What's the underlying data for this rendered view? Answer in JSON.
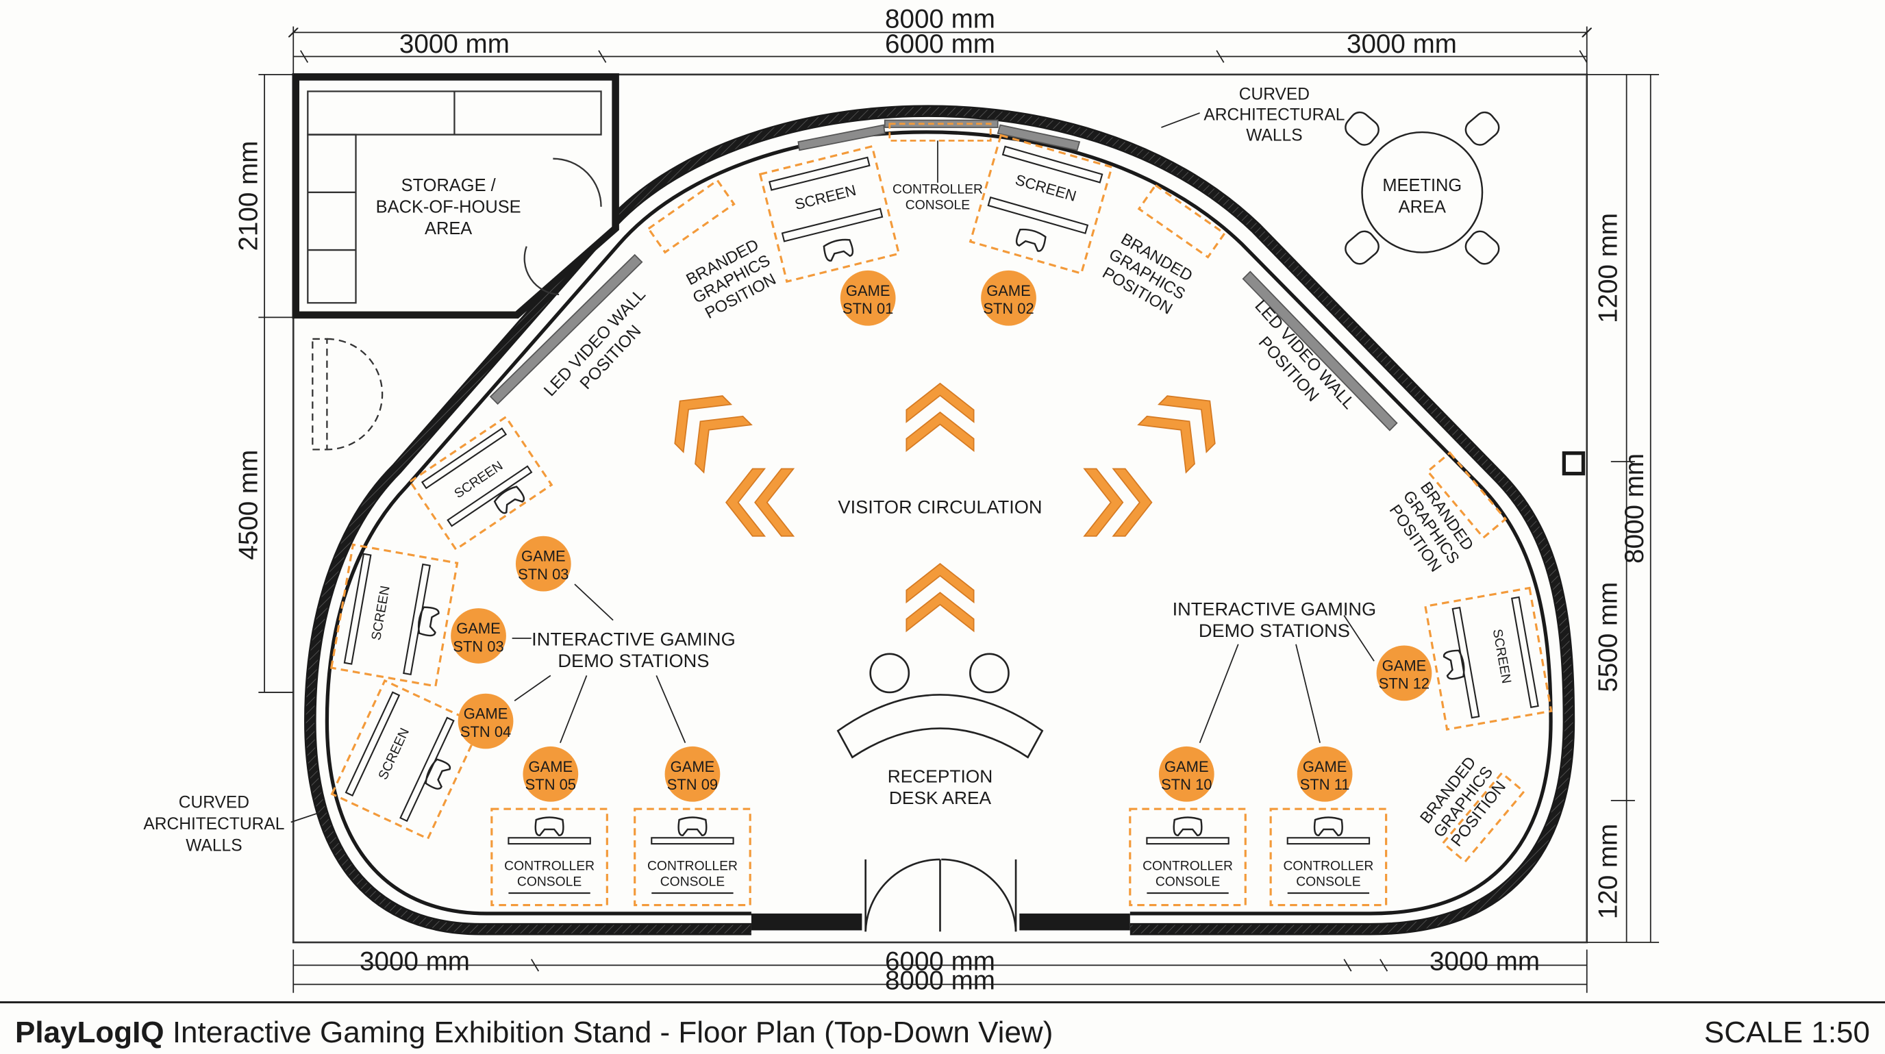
{
  "dimensions": {
    "top_total": "8000 mm",
    "top_left": "3000 mm",
    "top_center": "6000 mm",
    "top_right": "3000 mm",
    "bottom_left": "3000 mm",
    "bottom_center": "6000 mm",
    "bottom_right": "3000 mm",
    "bottom_total": "8000 mm",
    "left_top": "2100 mm",
    "left_mid": "4500 mm",
    "right_top": "1200 mm",
    "right_mid": "5500 mm",
    "right_bottom": "120 mm",
    "right_total": "8000 mm"
  },
  "areas": {
    "storage": [
      "STORAGE /",
      "BACK-OF-HOUSE",
      "AREA"
    ],
    "meeting": [
      "MEETING",
      "AREA"
    ],
    "reception": [
      "RECEPTION",
      "DESK AREA"
    ],
    "circulation": "VISITOR CIRCULATION"
  },
  "walls": {
    "curved_top": [
      "CURVED",
      "ARCHITECTURAL",
      "WALLS"
    ],
    "curved_left": [
      "CURVED",
      "ARCHITECTURAL",
      "WALLS"
    ]
  },
  "led_wall": [
    "LED VIDEO WALL",
    "POSITION"
  ],
  "branded": [
    "BRANDED",
    "GRAPHICS",
    "POSITION"
  ],
  "demo_label": [
    "INTERACTIVE GAMING",
    "DEMO STATIONS"
  ],
  "screen_label": "SCREEN",
  "console_label": [
    "CONTROLLER",
    "CONSOLE"
  ],
  "stations": [
    {
      "line1": "GAME",
      "line2": "STN 01"
    },
    {
      "line1": "GAME",
      "line2": "STN 02"
    },
    {
      "line1": "GAME",
      "line2": "STN 03"
    },
    {
      "line1": "GAME",
      "line2": "STN 03"
    },
    {
      "line1": "GAME",
      "line2": "STN 04"
    },
    {
      "line1": "GAME",
      "line2": "STN 05"
    },
    {
      "line1": "GAME",
      "line2": "STN 09"
    },
    {
      "line1": "GAME",
      "line2": "STN 10"
    },
    {
      "line1": "GAME",
      "line2": "STN 11"
    },
    {
      "line1": "GAME",
      "line2": "STN 12"
    }
  ],
  "footer": {
    "brand": "PlayLogIQ",
    "title": " Interactive Gaming Exhibition Stand - Floor Plan (Top-Down View)",
    "scale": "SCALE 1:50"
  },
  "colors": {
    "accent_orange": "#f39a3a",
    "wall": "#1a1a1a",
    "led": "#8c8c8c"
  }
}
